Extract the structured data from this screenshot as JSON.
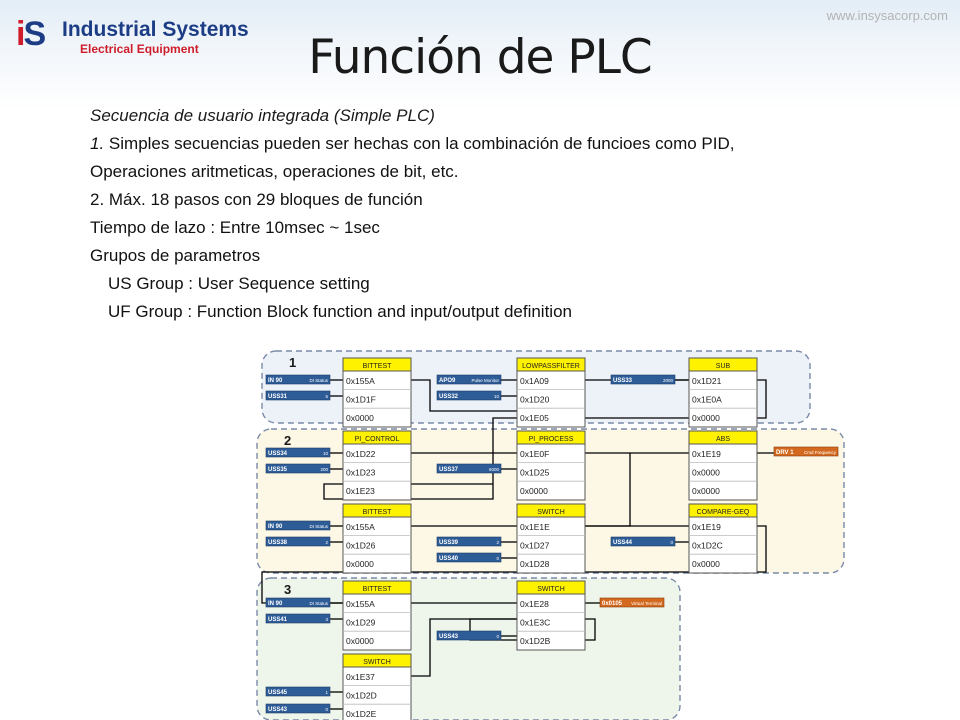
{
  "header": {
    "logo_mark_i": "i",
    "logo_mark_s": "S",
    "company": "Industrial Systems",
    "company_sub": "Electrical Equipment",
    "url": "www.insysacorp.com"
  },
  "title": "Función de PLC",
  "content": {
    "subtitle": "Secuencia de usuario integrada (Simple PLC)",
    "item1_num": "1.",
    "item1_text": " Simples secuencias pueden ser hechas con la combinación de funcioes como PID,",
    "item1_cont": "Operaciones aritmeticas, operaciones de bit, etc.",
    "item2": "2. Máx. 18 pasos con 29 bloques de función",
    "loop_time": "Tiempo de lazo : Entre 10msec ~ 1sec",
    "groups_heading": "Grupos de parametros",
    "us_group": "US Group : User Sequence setting",
    "uf_group": "UF Group : Function Block function and input/output definition"
  },
  "diagram": {
    "colors": {
      "yellow": "#fff200",
      "blue_input": "#2e5c97",
      "orange_output": "#d2691e",
      "dash": "#7a8aa8"
    },
    "groups": [
      {
        "label": "1",
        "fill": "#edf2f9"
      },
      {
        "label": "2",
        "fill": "#fdf7e6"
      },
      {
        "label": "3",
        "fill": "#eef5ea"
      }
    ],
    "blocks": [
      {
        "title": "BITTEST",
        "rows": [
          "0x155A",
          "0x1D1F",
          "0x0000"
        ]
      },
      {
        "title": "LOWPASSFILTER",
        "rows": [
          "0x1A09",
          "0x1D20",
          "0x1E05"
        ]
      },
      {
        "title": "SUB",
        "rows": [
          "0x1D21",
          "0x1E0A",
          "0x0000"
        ]
      },
      {
        "title": "PI_CONTROL",
        "rows": [
          "0x1D22",
          "0x1D23",
          "0x1E23"
        ]
      },
      {
        "title": "PI_PROCESS",
        "rows": [
          "0x1E0F",
          "0x1D25",
          "0x0000"
        ]
      },
      {
        "title": "ABS",
        "rows": [
          "0x1E19",
          "0x0000",
          "0x0000"
        ]
      },
      {
        "title": "BITTEST",
        "rows": [
          "0x155A",
          "0x1D26",
          "0x0000"
        ]
      },
      {
        "title": "SWITCH",
        "rows": [
          "0x1E1E",
          "0x1D27",
          "0x1D28"
        ]
      },
      {
        "title": "COMPARE-GEQ",
        "rows": [
          "0x1E19",
          "0x1D2C",
          "0x0000"
        ]
      },
      {
        "title": "BITTEST",
        "rows": [
          "0x155A",
          "0x1D29",
          "0x0000"
        ]
      },
      {
        "title": "SWITCH",
        "rows": [
          "0x1E28",
          "0x1E3C",
          "0x1D2B"
        ]
      },
      {
        "title": "SWITCH",
        "rows": [
          "0x1E37",
          "0x1D2D",
          "0x1D2E"
        ]
      }
    ],
    "inputs": [
      {
        "name": "IN 90",
        "desc": "DI Status"
      },
      {
        "name": "USS31",
        "desc": "5"
      },
      {
        "name": "APO9",
        "desc": "Pulse Monitor"
      },
      {
        "name": "USS32",
        "desc": "10"
      },
      {
        "name": "USS33",
        "desc": "2000"
      },
      {
        "name": "USS34",
        "desc": "10"
      },
      {
        "name": "USS35",
        "desc": "200"
      },
      {
        "name": "USS37",
        "desc": "6000"
      },
      {
        "name": "IN 90",
        "desc": "DI Status"
      },
      {
        "name": "USS38",
        "desc": "2"
      },
      {
        "name": "USS39",
        "desc": "2"
      },
      {
        "name": "USS40",
        "desc": "0"
      },
      {
        "name": "USS44",
        "desc": "0"
      },
      {
        "name": "IN 90",
        "desc": "DI Status"
      },
      {
        "name": "USS41",
        "desc": "3"
      },
      {
        "name": "USS43",
        "desc": "0"
      },
      {
        "name": "USS45",
        "desc": "1"
      },
      {
        "name": "USS43",
        "desc": "0"
      }
    ],
    "outputs": [
      {
        "name": "DRV 1",
        "desc": "Cmd Frequency"
      },
      {
        "name": "0x0105",
        "desc": "Virtual Terminal"
      }
    ]
  }
}
